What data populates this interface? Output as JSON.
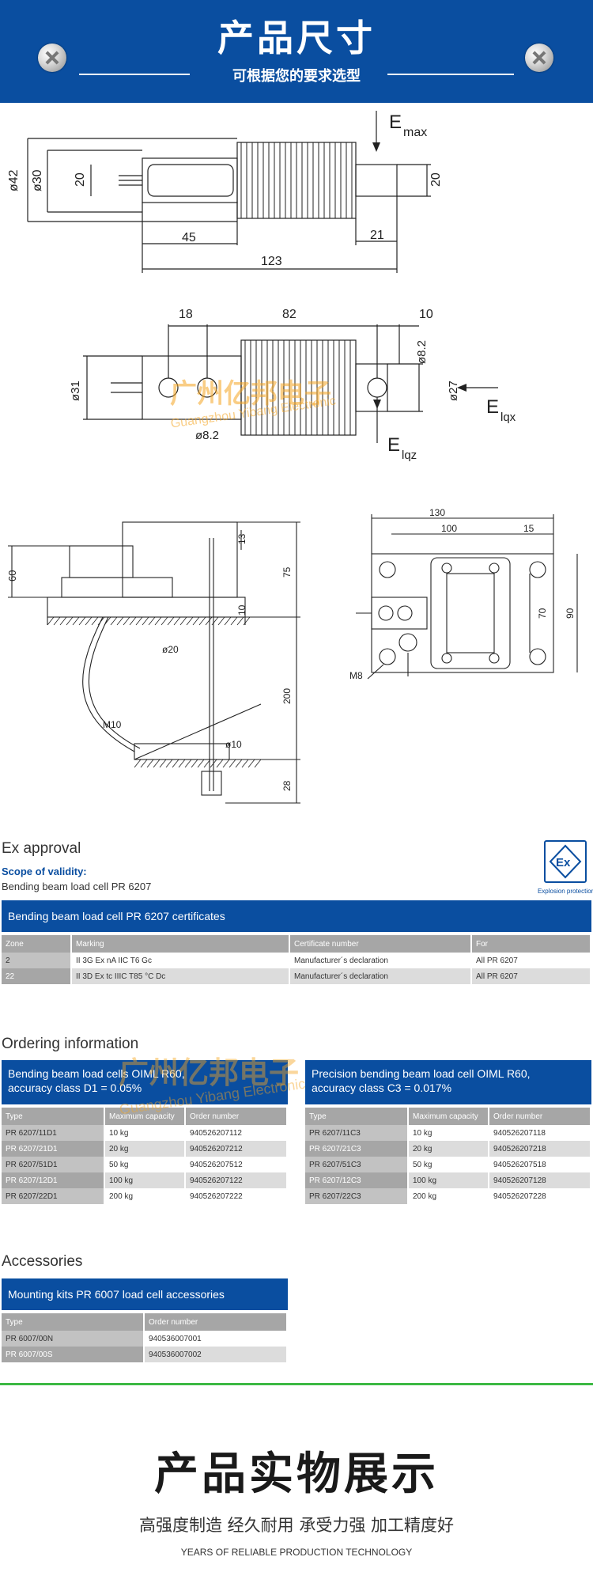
{
  "header": {
    "title": "产品尺寸",
    "subtitle": "可根据您的要求选型"
  },
  "drawing1": {
    "labels": {
      "d42": "ø42",
      "d30": "ø30",
      "h20l": "20",
      "h20r": "20",
      "w45": "45",
      "w21": "21",
      "w123": "123",
      "emax_e": "E",
      "emax_sub": "max"
    }
  },
  "drawing2": {
    "labels": {
      "w18": "18",
      "w82": "82",
      "w10": "10",
      "d31": "ø31",
      "d82a": "ø8.2",
      "d82b": "ø8.2",
      "d27": "ø27",
      "elqx_e": "E",
      "elqx_sub": "lqx",
      "elqz_e": "E",
      "elqz_sub": "lqz"
    }
  },
  "drawing3": {
    "labels": {
      "h60": "60",
      "h13": "13",
      "h75": "75",
      "h10": "10",
      "d20": "ø20",
      "h200": "200",
      "m10": "M10",
      "d10": "ø10",
      "h28": "28"
    }
  },
  "drawing4": {
    "labels": {
      "w130": "130",
      "w100": "100",
      "w15": "15",
      "h70": "70",
      "h90": "90",
      "m8": "M8"
    }
  },
  "watermark": {
    "cn": "广州亿邦电子",
    "en": "Guangzhou Yibang Electronic"
  },
  "ex_approval": {
    "heading": "Ex approval",
    "scope_label": "Scope of validity:",
    "scope_text": "Bending beam load cell PR 6207",
    "logo_text": "Ex",
    "logo_caption": "Explosion protection",
    "table_title": "Bending beam load cell PR 6207 certificates",
    "columns": [
      "Zone",
      "Marking",
      "Certificate number",
      "For"
    ],
    "rows": [
      [
        "2",
        "II 3G Ex nA IIC T6 Gc",
        "Manufacturer´s declaration",
        "All PR 6207"
      ],
      [
        "22",
        "II 3D Ex tc IIIC T85 °C Dc",
        "Manufacturer´s declaration",
        "All PR 6207"
      ]
    ]
  },
  "ordering": {
    "heading": "Ordering information",
    "left": {
      "title_line1": "Bending beam load cells OIML R60,",
      "title_line2": "accuracy class D1 = 0.05%",
      "columns": [
        "Type",
        "Maximum capacity",
        "Order number"
      ],
      "rows": [
        [
          "PR 6207/11D1",
          "10 kg",
          "940526207112"
        ],
        [
          "PR 6207/21D1",
          "20 kg",
          "940526207212"
        ],
        [
          "PR 6207/51D1",
          "50 kg",
          "940526207512"
        ],
        [
          "PR 6207/12D1",
          "100 kg",
          "940526207122"
        ],
        [
          "PR 6207/22D1",
          "200 kg",
          "940526207222"
        ]
      ]
    },
    "right": {
      "title_line1": "Precision bending beam load cell OIML R60,",
      "title_line2": "accuracy class C3 = 0.017%",
      "columns": [
        "Type",
        "Maximum capacity",
        "Order number"
      ],
      "rows": [
        [
          "PR 6207/11C3",
          "10 kg",
          "940526207118"
        ],
        [
          "PR 6207/21C3",
          "20 kg",
          "940526207218"
        ],
        [
          "PR 6207/51C3",
          "50 kg",
          "940526207518"
        ],
        [
          "PR 6207/12C3",
          "100 kg",
          "940526207128"
        ],
        [
          "PR 6207/22C3",
          "200 kg",
          "940526207228"
        ]
      ]
    }
  },
  "accessories": {
    "heading": "Accessories",
    "table_title": "Mounting kits PR 6007 load cell accessories",
    "columns": [
      "Type",
      "Order number"
    ],
    "rows": [
      [
        "PR 6007/00N",
        "940536007001"
      ],
      [
        "PR 6007/00S",
        "940536007002"
      ]
    ]
  },
  "footer": {
    "title": "产品实物展示",
    "subtitle": "高强度制造 经久耐用 承受力强 加工精度好",
    "english": "YEARS OF RELIABLE PRODUCTION TECHNOLOGY"
  },
  "colors": {
    "brand_blue": "#0a4ea0",
    "accent_green": "#3cb843"
  }
}
